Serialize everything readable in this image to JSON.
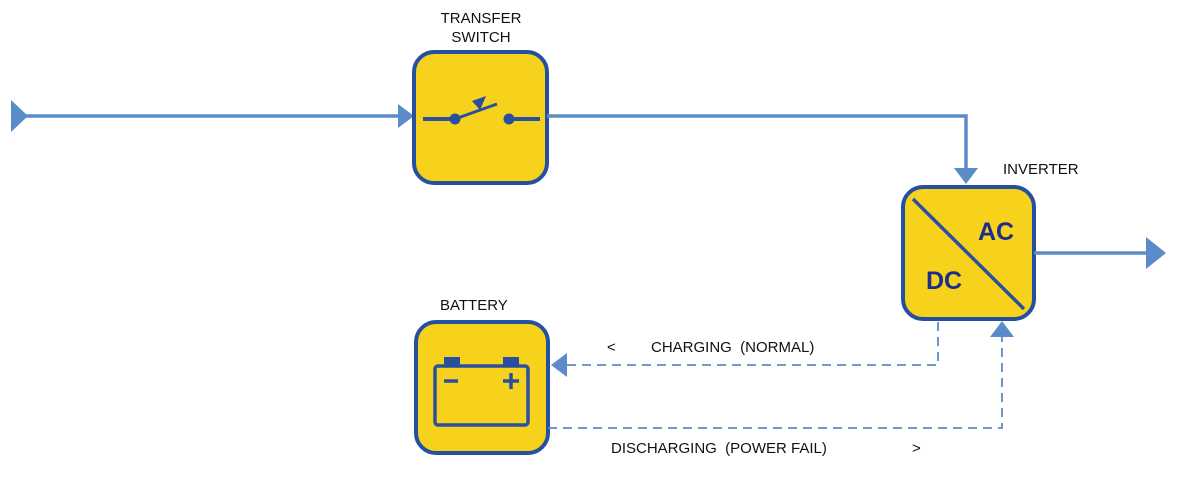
{
  "labels": {
    "transfer_switch_line1": "TRANSFER",
    "transfer_switch_line2": "SWITCH",
    "inverter": "INVERTER",
    "battery": "BATTERY",
    "converter_ac": "AC",
    "converter_dc": "DC",
    "charging_arrow": "<",
    "charging": "CHARGING  (NORMAL)",
    "discharging": "DISCHARGING  (POWER FAIL)",
    "discharging_arrow": ">"
  },
  "colors": {
    "line": "#5b8bc9",
    "box_fill": "#f7d21c",
    "box_border": "#2550a0",
    "symbol": "#2a4f9e",
    "converter_text": "#1c2e8c"
  },
  "icons": {
    "switch": "open-switch-icon",
    "battery": "battery-icon"
  }
}
